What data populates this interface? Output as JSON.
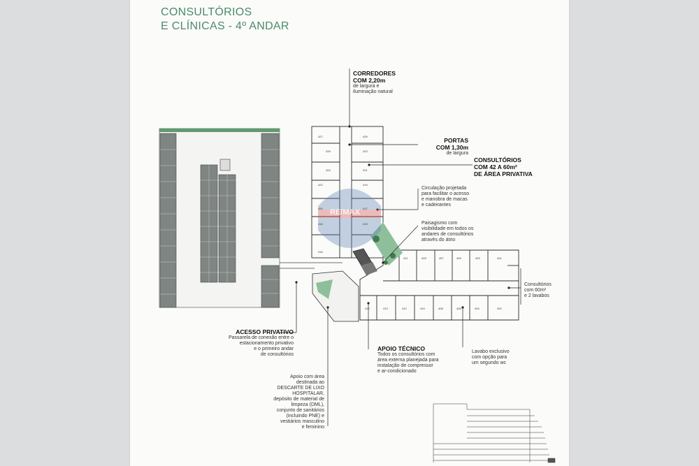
{
  "title": {
    "line1": "CONSULTÓRIOS",
    "line2": "E CLÍNICAS - 4º ANDAR"
  },
  "callouts": {
    "corredores": {
      "heading_1": "CORREDORES",
      "heading_2": "COM 2,20m",
      "text_1": "de largura e",
      "text_2": "iluminação natural"
    },
    "portas": {
      "heading_1": "PORTAS",
      "heading_2": "COM 1,30m",
      "text_1": "de largura"
    },
    "consultorios": {
      "heading_1": "CONSULTÓRIOS",
      "heading_2": "COM 42 A 60m²",
      "heading_3": "DE ÁREA PRIVATIVA"
    },
    "circulacao": {
      "line_1": "Circulação projetada",
      "line_2": "para facilitar o acesso",
      "line_3": "e manobra de macas",
      "line_4": "e cadeirantes"
    },
    "paisagismo": {
      "line_1": "Paisagismo com",
      "line_2": "visibilidade em todos os",
      "line_3": "andares de consultórios",
      "line_4": "através do átrio"
    },
    "consultorios_60": {
      "line_1": "Consultórios",
      "line_2": "com 60m²",
      "line_3": "e 2 lavabos"
    },
    "acesso": {
      "heading": "ACESSO PRIVATIVO",
      "line_1": "Passarela de conexão entre o",
      "line_2": "estacionamento privativo",
      "line_3": "e o primeiro andar",
      "line_4": "de consultórios"
    },
    "apoio_tecnico": {
      "heading": "APOIO TÉCNICO",
      "line_1": "Todos os consultórios com",
      "line_2": "área externa planejada para",
      "line_3": "instalação de compressor",
      "line_4": "e ar-condicionado"
    },
    "lavabo": {
      "line_1": "Lavabo exclusivo",
      "line_2": "com opção para",
      "line_3": "um segundo wc"
    },
    "apoio_area": {
      "line_1": "Apoio com área",
      "line_2": "destinada ao",
      "line_3": "DESCARTE DE LIXO",
      "line_4": "HOSPITALAR,",
      "line_5": "depósito de material de",
      "line_6": "limpeza (DML),",
      "line_7": "conjunto de sanitários",
      "line_8": "(incluindo PNE) e",
      "line_9": "vestiários masculino",
      "line_10": "e feminino"
    }
  },
  "rooms": {
    "r427": "427",
    "r425": "425",
    "r426": "426",
    "r423": "423",
    "r424": "424",
    "r421": "421",
    "r422": "422",
    "r419": "419",
    "r420": "420",
    "r417": "417",
    "r418": "418",
    "r415": "415",
    "r416": "416",
    "r411": "411",
    "r409": "409",
    "r407": "407",
    "r405": "405",
    "r403": "403",
    "r401": "401",
    "r414": "414",
    "r413": "413",
    "r412": "412",
    "r410": "410",
    "r408": "408",
    "r406": "406",
    "r404": "404",
    "r402": "402"
  },
  "watermark": "RE/MAX",
  "colors": {
    "title": "#4d8a6a",
    "parking": "#7f8582",
    "landscape": "#8fbf9a",
    "wall": "#2b2b2b"
  }
}
